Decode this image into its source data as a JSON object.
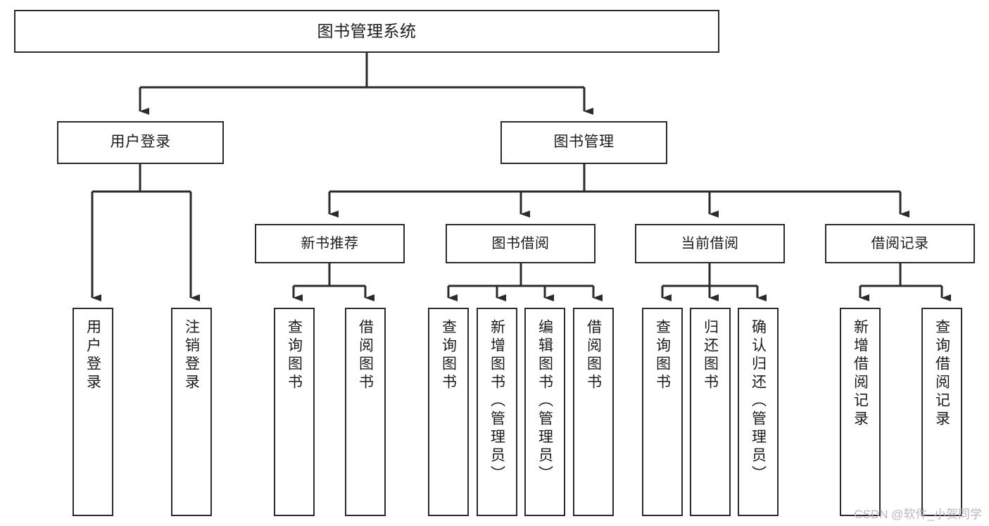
{
  "diagram": {
    "type": "tree",
    "title": "图书管理系统",
    "orientation": "top-down",
    "background_color": "#ffffff",
    "line_color": "#2b2b2b",
    "box_border_color": "#2b2b2b",
    "box_fill_color": "#ffffff",
    "text_color": "#1c1c1c"
  },
  "nodes": {
    "root": {
      "label": "图书管理系统"
    },
    "level1": [
      {
        "id": "user-login",
        "label": "用户登录"
      },
      {
        "id": "book-manage",
        "label": "图书管理"
      }
    ],
    "level2": [
      {
        "id": "new-book-recommend",
        "label": "新书推荐",
        "parent": "book-manage"
      },
      {
        "id": "book-borrow",
        "label": "图书借阅",
        "parent": "book-manage"
      },
      {
        "id": "current-borrow",
        "label": "当前借阅",
        "parent": "book-manage"
      },
      {
        "id": "borrow-record",
        "label": "借阅记录",
        "parent": "book-manage"
      }
    ],
    "leaves": [
      {
        "id": "leaf-user-login",
        "label": "用户登录",
        "parent": "user-login"
      },
      {
        "id": "leaf-user-logout",
        "label": "注销登录",
        "parent": "user-login"
      },
      {
        "id": "leaf-query-book-1",
        "label": "查询图书",
        "parent": "new-book-recommend"
      },
      {
        "id": "leaf-borrow-book-1",
        "label": "借阅图书",
        "parent": "new-book-recommend"
      },
      {
        "id": "leaf-query-book-2",
        "label": "查询图书",
        "parent": "book-borrow"
      },
      {
        "id": "leaf-add-book",
        "label": "新增图书（管理员）",
        "parent": "book-borrow"
      },
      {
        "id": "leaf-edit-book",
        "label": "编辑图书（管理员）",
        "parent": "book-borrow"
      },
      {
        "id": "leaf-borrow-book-2",
        "label": "借阅图书",
        "parent": "book-borrow"
      },
      {
        "id": "leaf-query-book-3",
        "label": "查询图书",
        "parent": "current-borrow"
      },
      {
        "id": "leaf-return-book",
        "label": "归还图书",
        "parent": "current-borrow"
      },
      {
        "id": "leaf-confirm-return",
        "label": "确认归还（管理员）",
        "parent": "current-borrow"
      },
      {
        "id": "leaf-add-record",
        "label": "新增借阅记录",
        "parent": "borrow-record"
      },
      {
        "id": "leaf-query-record",
        "label": "查询借阅记录",
        "parent": "borrow-record"
      }
    ]
  },
  "watermark": {
    "text": "CSDN @软件_小贺同学"
  }
}
